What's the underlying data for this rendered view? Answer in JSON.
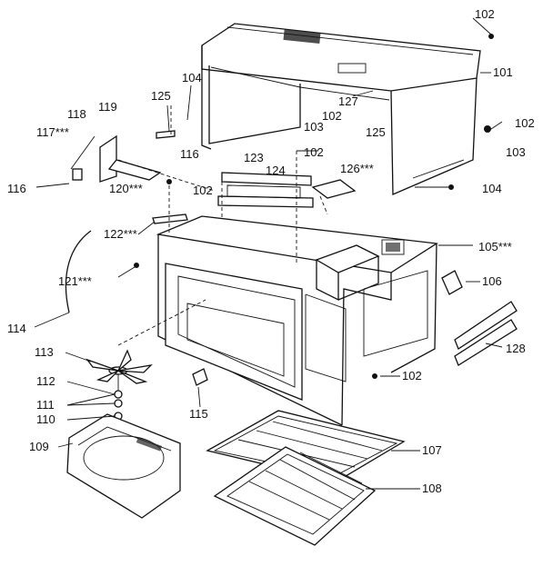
{
  "callouts": [
    {
      "id": "c102a",
      "text": "102"
    },
    {
      "id": "c101",
      "text": "101"
    },
    {
      "id": "c104a",
      "text": "104"
    },
    {
      "id": "c125a",
      "text": "125"
    },
    {
      "id": "c119",
      "text": "119"
    },
    {
      "id": "c118",
      "text": "118"
    },
    {
      "id": "c117",
      "text": "117***"
    },
    {
      "id": "c127",
      "text": "127"
    },
    {
      "id": "c102b",
      "text": "102"
    },
    {
      "id": "c103a",
      "text": "103"
    },
    {
      "id": "c125b",
      "text": "125"
    },
    {
      "id": "c102c",
      "text": "102"
    },
    {
      "id": "c103b",
      "text": "103"
    },
    {
      "id": "c116a",
      "text": "116"
    },
    {
      "id": "c102d",
      "text": "102"
    },
    {
      "id": "c123",
      "text": "123"
    },
    {
      "id": "c124",
      "text": "124"
    },
    {
      "id": "c126",
      "text": "126***"
    },
    {
      "id": "c116b",
      "text": "116"
    },
    {
      "id": "c120",
      "text": "120***"
    },
    {
      "id": "c102e",
      "text": "102"
    },
    {
      "id": "c104b",
      "text": "104"
    },
    {
      "id": "c122",
      "text": "122***"
    },
    {
      "id": "c105",
      "text": "105***"
    },
    {
      "id": "c106",
      "text": "106"
    },
    {
      "id": "c121",
      "text": "121***"
    },
    {
      "id": "c114",
      "text": "114"
    },
    {
      "id": "c128",
      "text": "128"
    },
    {
      "id": "c113",
      "text": "113"
    },
    {
      "id": "c102f",
      "text": "102"
    },
    {
      "id": "c112",
      "text": "112"
    },
    {
      "id": "c111",
      "text": "111"
    },
    {
      "id": "c110",
      "text": "110"
    },
    {
      "id": "c115",
      "text": "115"
    },
    {
      "id": "c109",
      "text": "109"
    },
    {
      "id": "c107",
      "text": "107"
    },
    {
      "id": "c108",
      "text": "108"
    }
  ]
}
